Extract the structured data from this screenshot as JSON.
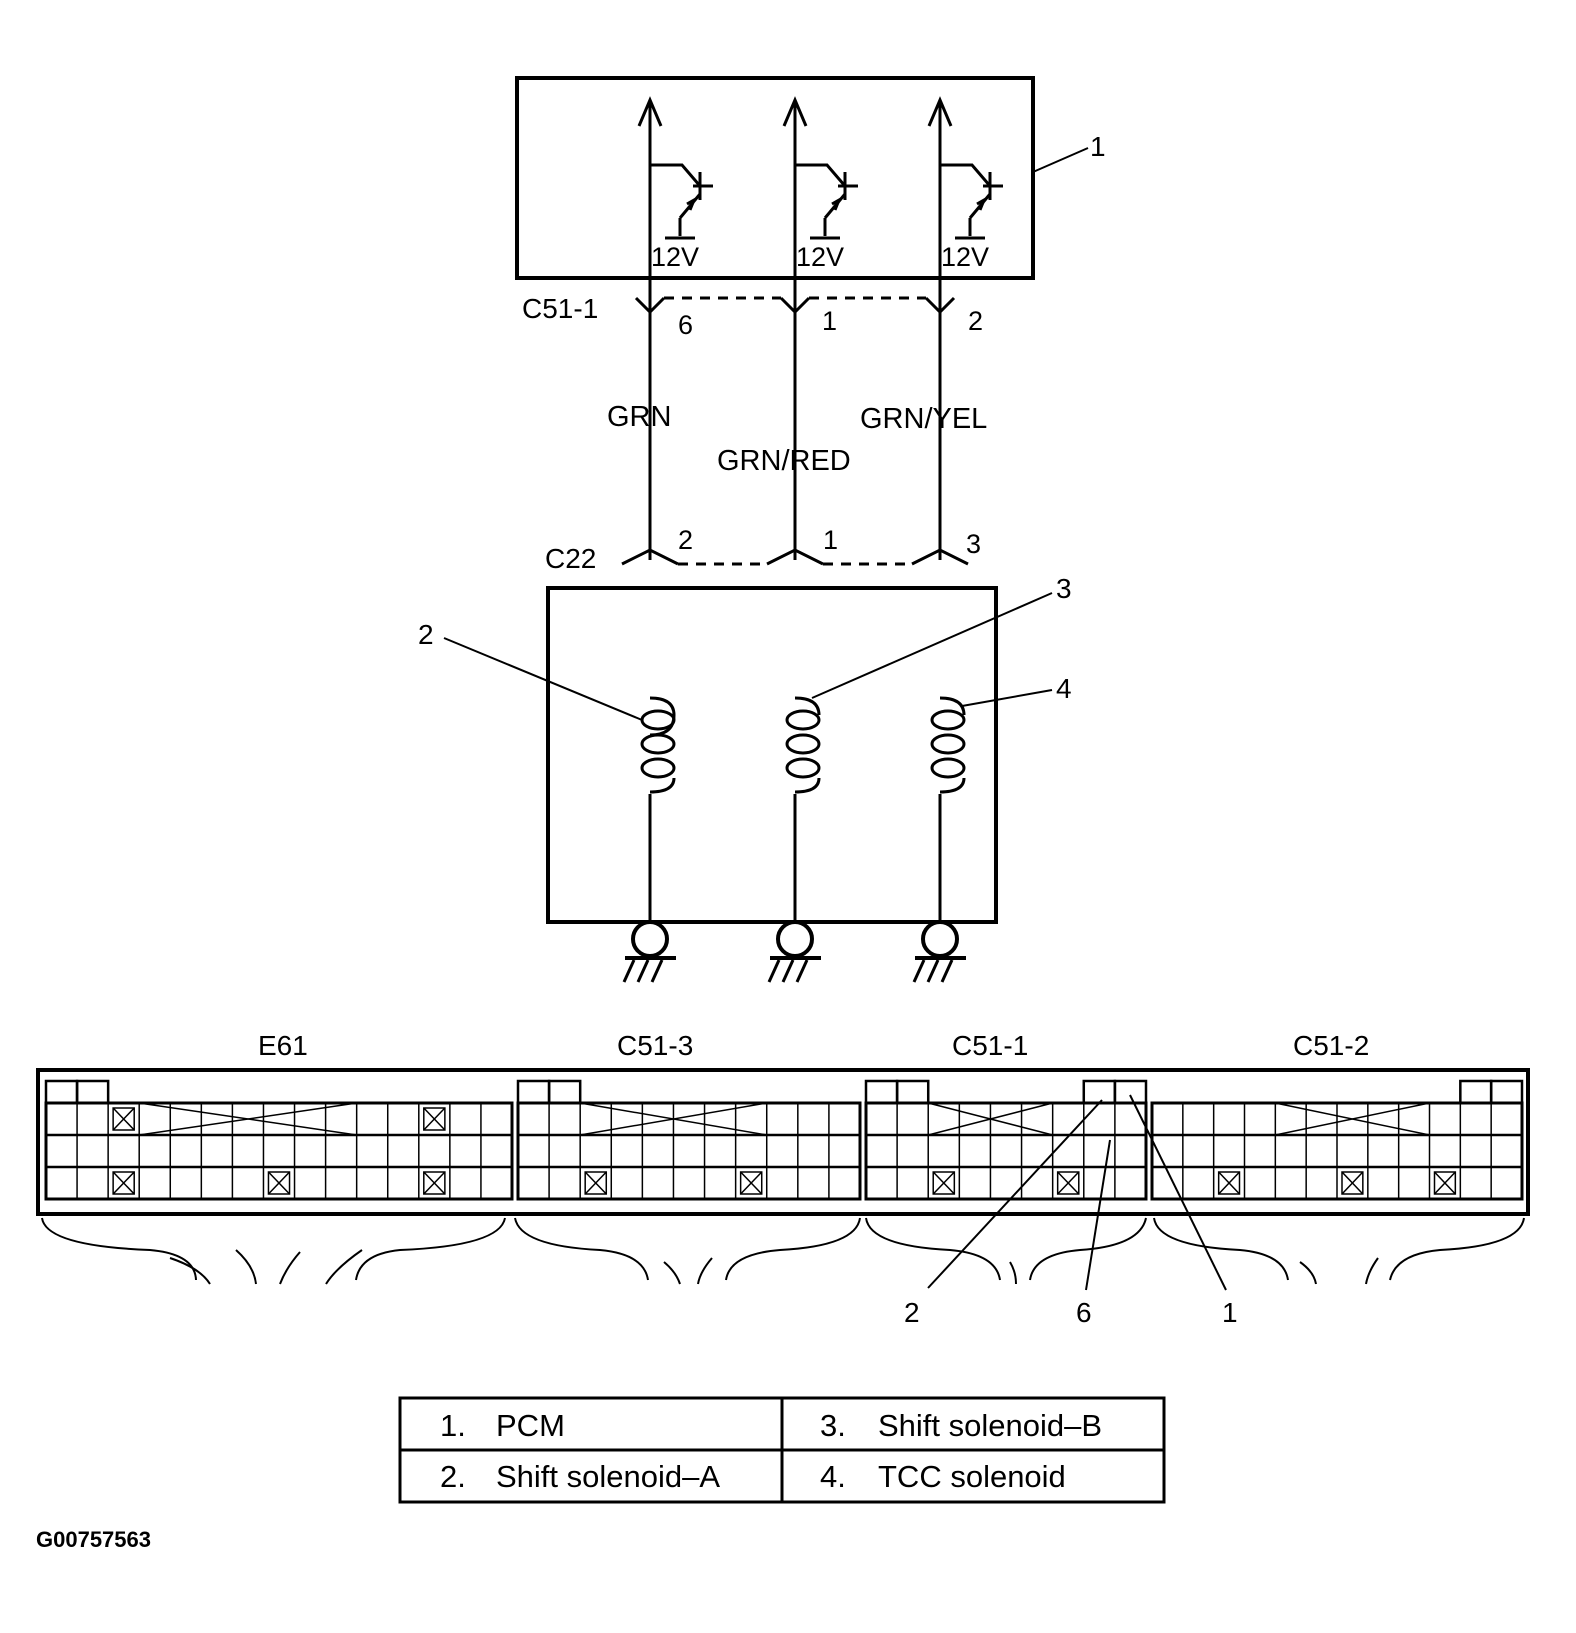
{
  "circuit": {
    "pcm_callout": "1",
    "supply_label": "12V",
    "connector_top": {
      "name": "C51-1",
      "pins": [
        "6",
        "1",
        "2"
      ]
    },
    "wires": [
      "GRN",
      "GRN/RED",
      "GRN/YEL"
    ],
    "connector_bottom": {
      "name": "C22",
      "pins": [
        "2",
        "1",
        "3"
      ]
    },
    "solenoid_callouts": [
      "2",
      "3",
      "4"
    ]
  },
  "pcm_connectors": {
    "labels": [
      "E61",
      "C51-3",
      "C51-1",
      "C51-2"
    ],
    "pin_callouts": [
      "2",
      "6",
      "1"
    ]
  },
  "legend": {
    "rows": [
      [
        {
          "num": "1.",
          "text": "PCM"
        },
        {
          "num": "3.",
          "text": "Shift solenoid–B"
        }
      ],
      [
        {
          "num": "2.",
          "text": "Shift solenoid–A"
        },
        {
          "num": "4.",
          "text": "TCC solenoid"
        }
      ]
    ]
  },
  "figure_id": "G00757563"
}
